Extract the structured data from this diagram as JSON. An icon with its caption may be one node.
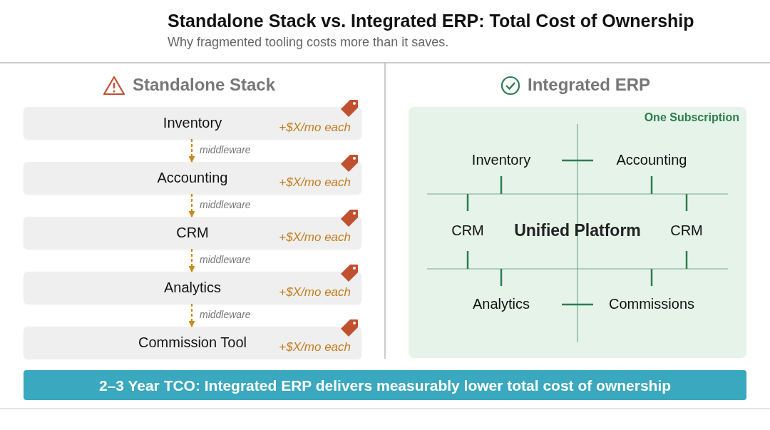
{
  "diagram": {
    "title": "Standalone Stack vs. Integrated ERP: Total Cost of Ownership",
    "nodes": [
      {
        "text": [
          "Inventory",
          "+$X/mo each"
        ]
      },
      {
        "text": [
          "Accounting",
          "+$X/mo each"
        ]
      },
      {
        "text": [
          "CRM",
          "+$X/mo each"
        ]
      },
      {
        "text": [
          "Analytics",
          "+$X/mo each"
        ]
      },
      {
        "text": [
          "Commission Tool",
          "+$X/mo each"
        ]
      },
      {
        "text": [
          "One Subscription"
        ]
      },
      {
        "text": [
          "2–3 Year TCO: Integrated ERP delivers measurably lower total cost of ownership"
        ]
      }
    ],
    "edges": [
      {
        "from": 0,
        "to": 1,
        "arrow": "to",
        "label": "middleware",
        "style": "dashed"
      },
      {
        "from": 1,
        "to": 2,
        "arrow": "to",
        "label": "middleware",
        "style": "dashed"
      },
      {
        "from": 2,
        "to": 3,
        "arrow": "to",
        "label": "middleware",
        "style": "dashed"
      },
      {
        "from": 3,
        "to": 4,
        "arrow": "to",
        "label": "middleware",
        "style": "dashed"
      }
    ],
    "labels": [
      "Why fragmented tooling costs more than it saves.",
      "Standalone Stack",
      "Integrated ERP",
      "Inventory",
      "Accounting",
      "CRM",
      "Unified Platform",
      "CRM",
      "Analytics",
      "Commissions"
    ]
  }
}
